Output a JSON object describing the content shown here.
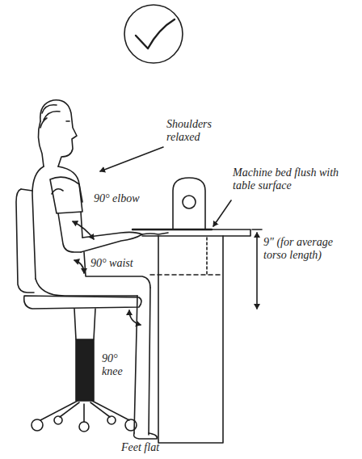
{
  "diagram": {
    "labels": [
      "Shoulders relaxed",
      "90° elbow",
      "Machine bed flush with table surface",
      "9\" (for average torso length)",
      "90° waist",
      "90° knee",
      "Feet flat"
    ]
  }
}
